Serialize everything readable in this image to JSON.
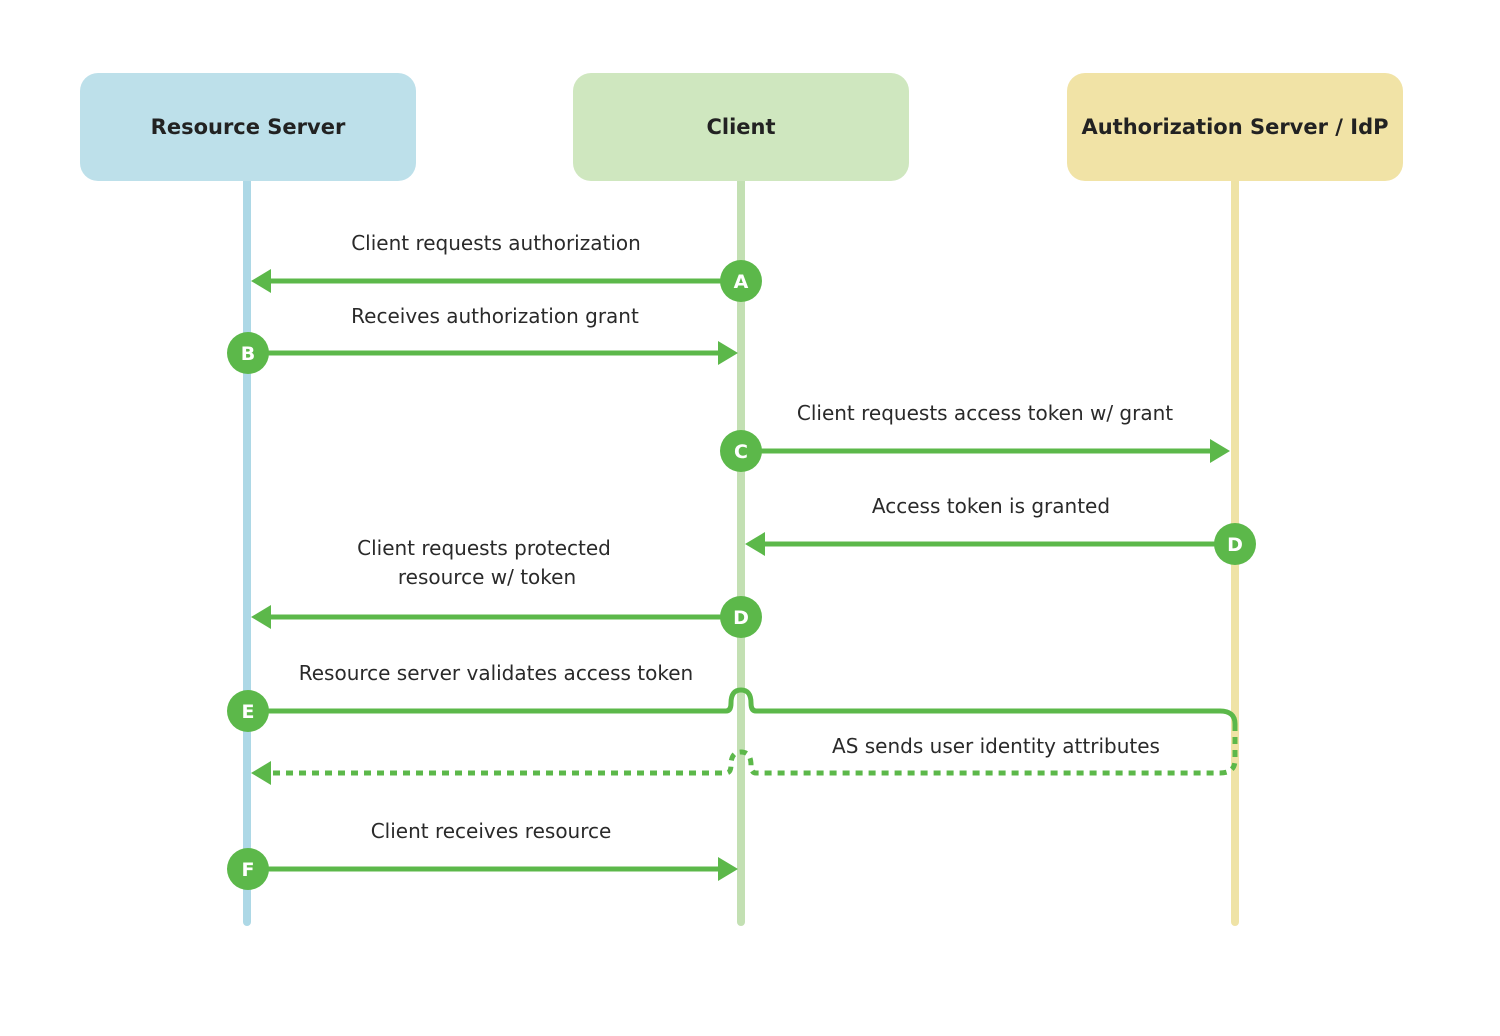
{
  "actors": {
    "resource_server": {
      "label": "Resource Server",
      "color": "#bde0ea",
      "lifeline_color": "#add8e6"
    },
    "client": {
      "label": "Client",
      "color": "#cfe7bf",
      "lifeline_color": "#c3e0b3"
    },
    "auth_server": {
      "label": "Authorization Server / IdP",
      "color": "#f1e3a6",
      "lifeline_color": "#efe3a6"
    }
  },
  "messages": {
    "a": {
      "badge": "A",
      "label": "Client requests authorization"
    },
    "b": {
      "badge": "B",
      "label": "Receives authorization grant"
    },
    "c": {
      "badge": "C",
      "label": "Client requests access token w/ grant"
    },
    "d1": {
      "badge": "D",
      "label": "Access token is granted"
    },
    "d2": {
      "badge": "D",
      "label_line1": "Client requests protected",
      "label_line2": "resource w/ token"
    },
    "e": {
      "badge": "E",
      "label": "Resource server validates access token"
    },
    "e_return": {
      "label": "AS sends user identity attributes"
    },
    "f": {
      "badge": "F",
      "label": "Client receives resource"
    }
  },
  "colors": {
    "arrow": "#5cb84a",
    "badge": "#5cb84a"
  }
}
